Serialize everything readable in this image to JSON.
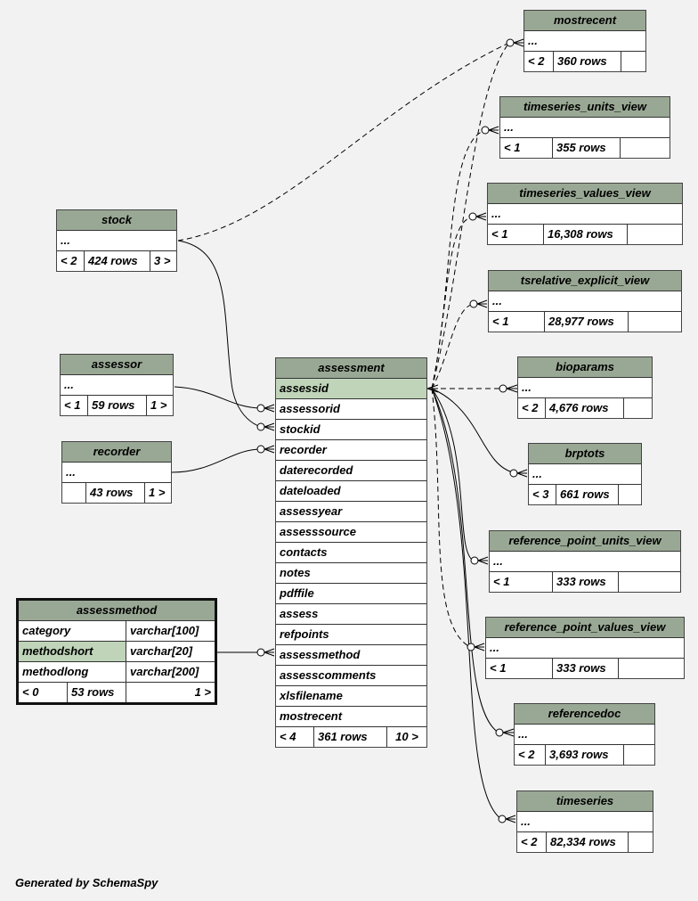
{
  "footer": "Generated by SchemaSpy",
  "ellipsis": "...",
  "tables": {
    "mostrecent": {
      "name": "mostrecent",
      "parents": "< 2",
      "rows": "360 rows",
      "children": ""
    },
    "timeseries_units_view": {
      "name": "timeseries_units_view",
      "parents": "< 1",
      "rows": "355 rows",
      "children": ""
    },
    "timeseries_values_view": {
      "name": "timeseries_values_view",
      "parents": "< 1",
      "rows": "16,308 rows",
      "children": ""
    },
    "tsrelative_explicit_view": {
      "name": "tsrelative_explicit_view",
      "parents": "< 1",
      "rows": "28,977 rows",
      "children": ""
    },
    "stock": {
      "name": "stock",
      "parents": "< 2",
      "rows": "424 rows",
      "children": "3 >"
    },
    "assessor": {
      "name": "assessor",
      "parents": "< 1",
      "rows": "59 rows",
      "children": "1 >"
    },
    "recorder": {
      "name": "recorder",
      "parents": "",
      "rows": "43 rows",
      "children": "1 >"
    },
    "bioparams": {
      "name": "bioparams",
      "parents": "< 2",
      "rows": "4,676 rows",
      "children": ""
    },
    "brptots": {
      "name": "brptots",
      "parents": "< 3",
      "rows": "661 rows",
      "children": ""
    },
    "reference_point_units_view": {
      "name": "reference_point_units_view",
      "parents": "< 1",
      "rows": "333 rows",
      "children": ""
    },
    "reference_point_values_view": {
      "name": "reference_point_values_view",
      "parents": "< 1",
      "rows": "333 rows",
      "children": ""
    },
    "referencedoc": {
      "name": "referencedoc",
      "parents": "< 2",
      "rows": "3,693 rows",
      "children": ""
    },
    "timeseries": {
      "name": "timeseries",
      "parents": "< 2",
      "rows": "82,334 rows",
      "children": ""
    }
  },
  "assessment": {
    "name": "assessment",
    "columns": [
      "assessid",
      "assessorid",
      "stockid",
      "recorder",
      "daterecorded",
      "dateloaded",
      "assessyear",
      "assesssource",
      "contacts",
      "notes",
      "pdffile",
      "assess",
      "refpoints",
      "assessmethod",
      "assesscomments",
      "xlsfilename",
      "mostrecent"
    ],
    "parents": "< 4",
    "rows": "361 rows",
    "children": "10 >"
  },
  "assessmethod": {
    "name": "assessmethod",
    "columns": [
      {
        "name": "category",
        "type": "varchar[100]"
      },
      {
        "name": "methodshort",
        "type": "varchar[20]"
      },
      {
        "name": "methodlong",
        "type": "varchar[200]"
      }
    ],
    "parents": "< 0",
    "rows": "53 rows",
    "children": "1 >"
  }
}
